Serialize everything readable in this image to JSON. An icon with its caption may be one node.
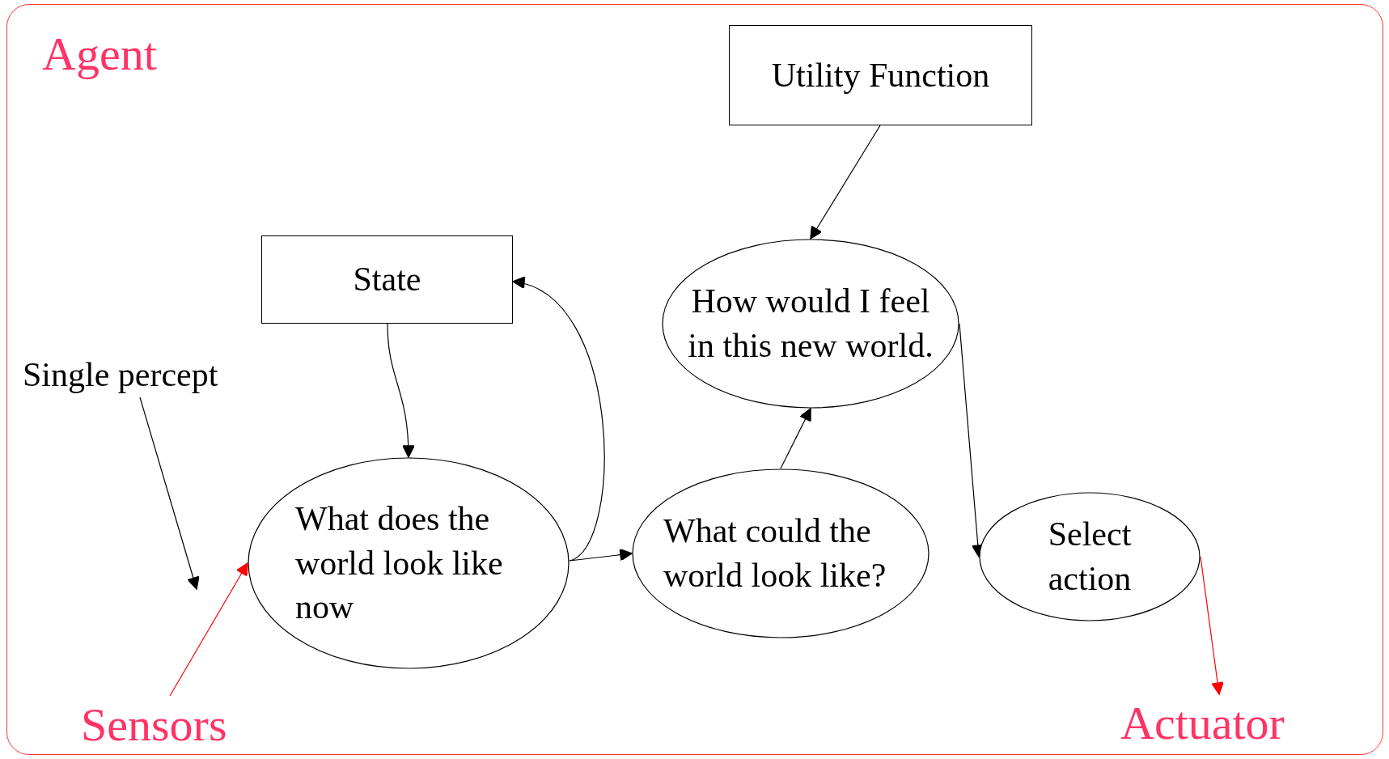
{
  "diagram": {
    "nodes": [
      {
        "text": [
          "Agent"
        ]
      },
      {
        "text": [
          "Utility Function"
        ],
        "in": 0
      },
      {
        "text": [
          "State"
        ],
        "in": 0
      },
      {
        "text": [
          "Single percept"
        ],
        "in": 0
      },
      {
        "text": [
          "What does the world look like now"
        ],
        "in": 0
      },
      {
        "text": [
          "What could the world look like?"
        ],
        "in": 0
      },
      {
        "text": [
          "How would I feel in this new world."
        ],
        "in": 0
      },
      {
        "text": [
          "Select action"
        ],
        "in": 0
      },
      {
        "text": [
          "Sensors"
        ],
        "in": 0
      },
      {
        "text": [
          "Actuator"
        ],
        "in": 0
      }
    ],
    "edges": [
      {
        "from": 1,
        "to": 6,
        "arrow": "to"
      },
      {
        "from": 2,
        "to": 4,
        "arrow": "to"
      },
      {
        "from": 4,
        "to": 2,
        "arrow": "to"
      },
      {
        "from": 4,
        "to": 5,
        "arrow": "to"
      },
      {
        "from": 5,
        "to": 6,
        "arrow": "to"
      },
      {
        "from": 6,
        "to": 7,
        "arrow": "to"
      },
      {
        "from": 3,
        "to": null,
        "arrow": "to"
      },
      {
        "from": 8,
        "to": 4,
        "arrow": "to",
        "color": "#ff0000"
      },
      {
        "from": 7,
        "to": 9,
        "arrow": "to",
        "color": "#ff0000"
      }
    ]
  }
}
